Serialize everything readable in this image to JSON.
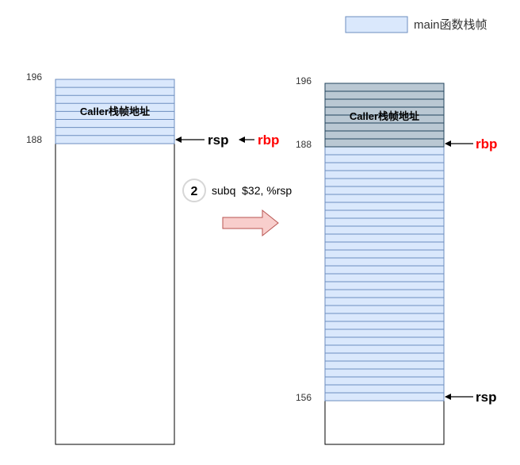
{
  "legend": {
    "label": "main函数栈帧",
    "swatch_color": "#dae8fc",
    "border_color": "#6c8ebf"
  },
  "left_stack": {
    "block_label": "Caller栈帧地址",
    "addr_top": "196",
    "addr_bottom": "188",
    "pointer_rsp": "rsp",
    "pointer_rbp": "rbp"
  },
  "step": {
    "number": "2",
    "instruction": "subq  $32, %rsp"
  },
  "right_stack": {
    "block_label": "Caller栈帧地址",
    "addr_top": "196",
    "addr_mid": "188",
    "addr_bottom": "156",
    "pointer_rbp": "rbp",
    "pointer_rsp": "rsp"
  },
  "colors": {
    "frame_fill": "#dae8fc",
    "frame_line": "#6c8ebf",
    "caller_fill_dark": "#bac8d3",
    "caller_line_dark": "#23445d",
    "rbp_color": "#ff0000",
    "arrow_fill": "#f8cecc",
    "arrow_stroke": "#b85450"
  }
}
